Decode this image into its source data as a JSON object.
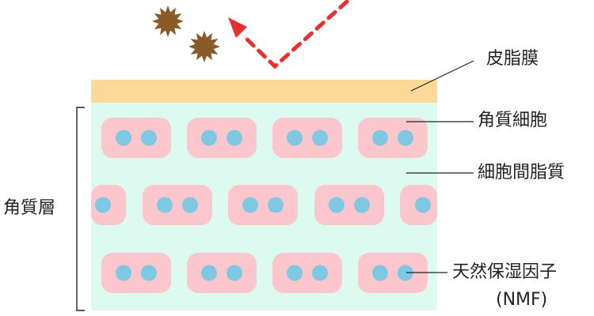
{
  "labels": {
    "sebum": "皮脂膜",
    "corneocyte": "角質細胞",
    "lipid": "細胞間脂質",
    "nmf_line1": "天然保湿因子",
    "nmf_line2": "(NMF)",
    "stratum": "角質層"
  },
  "colors": {
    "sebum": "#fdd998",
    "lipid": "#dcfaf0",
    "cell": "#fbc6cc",
    "nucleus": "#7ec8e3",
    "irritant": "#8b5a2b",
    "arrow": "#e8312e",
    "line": "#222222"
  },
  "icons": [
    "irritant-particle-icon",
    "uv-ray-arrow-icon"
  ]
}
